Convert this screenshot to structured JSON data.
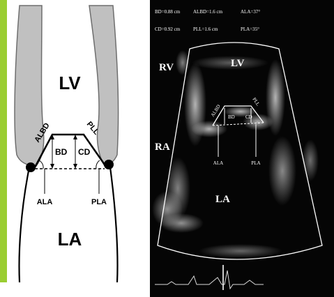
{
  "schematic": {
    "labels": {
      "lv": "LV",
      "la": "LA",
      "albd": "ALBD",
      "pll": "PLL",
      "bd": "BD",
      "cd": "CD",
      "ala": "ALA",
      "pla": "PLA"
    },
    "colors": {
      "wall": "#c0c0c0",
      "wall_edge": "#6e6e6e",
      "left_border": "#9acd32",
      "ink": "#000000"
    }
  },
  "echo": {
    "readouts": {
      "bd": "BD=0.88 cm",
      "albd": "ALBD=1.6 cm",
      "ala": "ALA=37°",
      "cd": "CD=0.92 cm",
      "pll": "PLL=1.6 cm",
      "pla": "PLA=35°"
    },
    "labels": {
      "rv": "RV",
      "lv": "LV",
      "ra": "RA",
      "la": "LA",
      "albd": "ALBD",
      "bd": "BD",
      "pll": "PLL",
      "cd": "CD",
      "ala": "ALA",
      "pla": "PLA"
    },
    "colors": {
      "background": "#050505",
      "ink": "#ffffff"
    }
  }
}
